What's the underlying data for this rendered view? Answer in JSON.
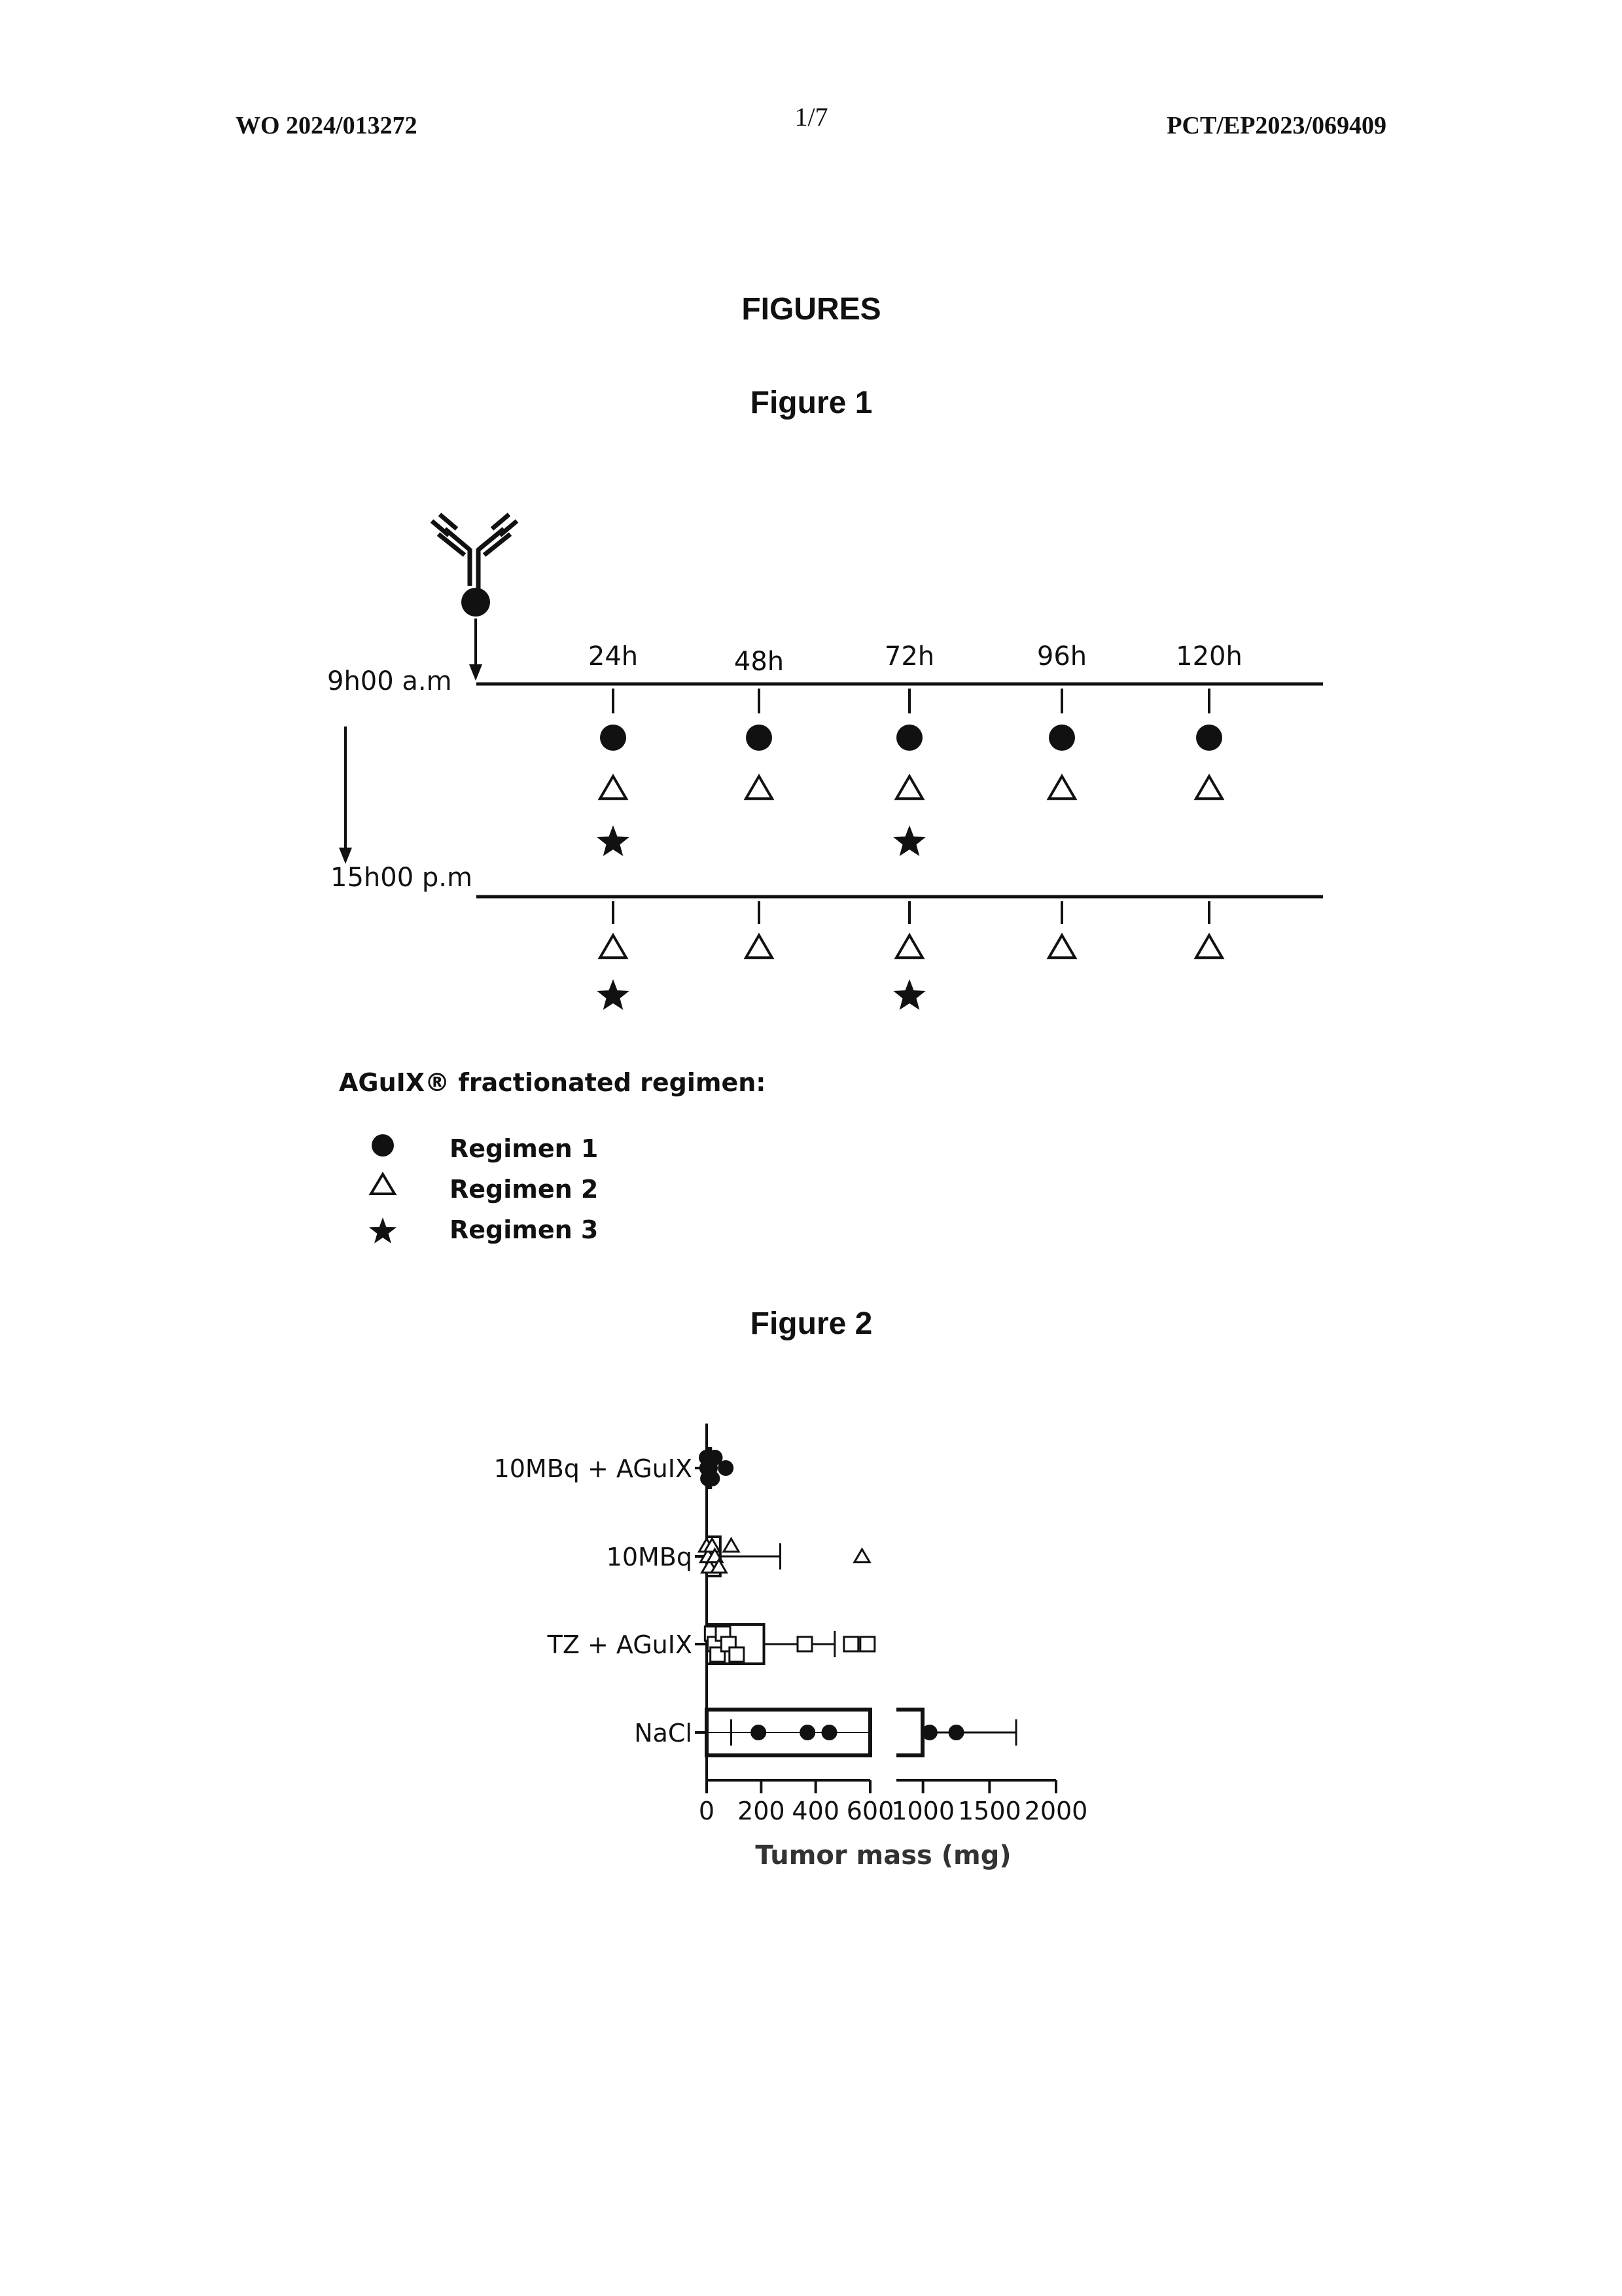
{
  "header": {
    "left": "WO 2024/013272",
    "center": "1/7",
    "right": "PCT/EP2023/069409"
  },
  "section_title": "FIGURES",
  "figure1": {
    "title": "Figure 1",
    "morning_label": "9h00 a.m",
    "afternoon_label": "15h00 p.m",
    "timepoints": [
      "24h",
      "48h",
      "72h",
      "96h",
      "120h"
    ],
    "legend_title": "AGuIX® fractionated regimen:",
    "legend": [
      {
        "symbol": "circle",
        "label": "Regimen 1"
      },
      {
        "symbol": "triangle",
        "label": "Regimen 2"
      },
      {
        "symbol": "star",
        "label": "Regimen 3"
      }
    ],
    "schedule": {
      "morning": {
        "circle": [
          "24h",
          "48h",
          "72h",
          "96h",
          "120h"
        ],
        "triangle": [
          "24h",
          "48h",
          "72h",
          "96h",
          "120h"
        ],
        "star": [
          "24h",
          "72h"
        ]
      },
      "afternoon": {
        "triangle": [
          "24h",
          "48h",
          "72h",
          "96h",
          "120h"
        ],
        "star": [
          "24h",
          "72h"
        ]
      }
    }
  },
  "figure2": {
    "title": "Figure 2",
    "chart_data": {
      "type": "scatter",
      "orientation": "horizontal",
      "xlabel": "Tumor mass (mg)",
      "x_ticks_left": [
        "0",
        "200",
        "400",
        "600"
      ],
      "x_ticks_right": [
        "1000",
        "1500",
        "2000"
      ],
      "axis_break": [
        600,
        800
      ],
      "categories": [
        "10MBq + AGuIX",
        "10MBq",
        "TZ + AGuIX",
        "NaCl"
      ],
      "series": [
        {
          "category": "10MBq + AGuIX",
          "marker": "filled-circle",
          "mean": 15,
          "error_high": 30,
          "points": [
            0,
            2,
            5,
            8,
            12,
            20,
            30,
            70
          ]
        },
        {
          "category": "10MBq",
          "marker": "open-triangle",
          "mean": 50,
          "error_high": 270,
          "points": [
            0,
            5,
            10,
            20,
            30,
            45,
            90,
            570
          ]
        },
        {
          "category": "TZ + AGuIX",
          "marker": "open-square",
          "mean": 210,
          "error_high": 470,
          "points": [
            20,
            30,
            40,
            60,
            80,
            110,
            360,
            530,
            590
          ]
        },
        {
          "category": "NaCl",
          "marker": "filled-circle",
          "mean": 900,
          "error_low": 90,
          "error_high": 1700,
          "points": [
            190,
            370,
            450,
            1050,
            1250
          ]
        }
      ]
    }
  }
}
